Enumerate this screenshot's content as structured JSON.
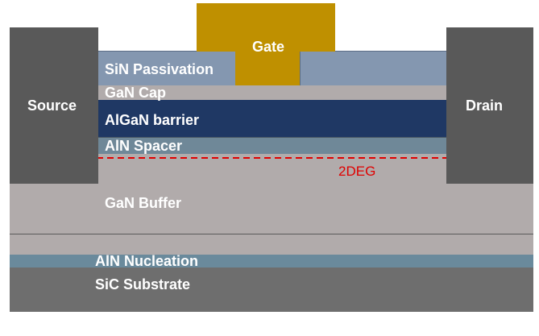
{
  "layers": {
    "substrate": "SiC Substrate",
    "nucleation": "AlN Nucleation",
    "buffer": "GaN Buffer",
    "spacer": "AlN Spacer",
    "barrier": "AlGaN barrier",
    "cap": "GaN Cap",
    "passivation": "SiN Passivation"
  },
  "contacts": {
    "source": "Source",
    "drain": "Drain",
    "gate": "Gate"
  },
  "annotations": {
    "two_deg": "2DEG"
  },
  "colors": {
    "substrate": "#6e6e6e",
    "nucleation": "#6a8a9c",
    "buffer": "#b1abab",
    "spacer": "#6f8898",
    "barrier": "#1f3864",
    "cap": "#b1abab",
    "passivation": "#8497b0",
    "contact": "#595959",
    "gate": "#bf9000",
    "two_deg_line": "#e00000"
  }
}
